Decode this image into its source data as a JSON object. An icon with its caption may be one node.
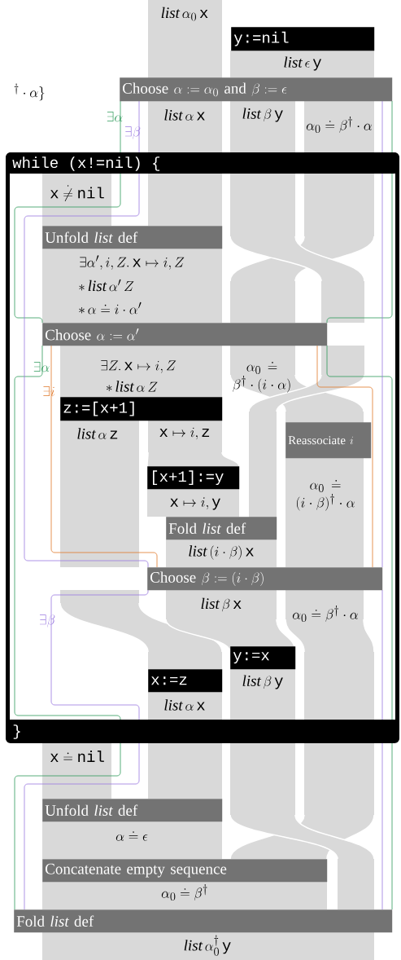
{
  "diagram": {
    "nodes": [
      {
        "text": [
          "y:=nil"
        ]
      },
      {
        "text": [
          "\\text{Choose }\\alpha := \\alpha_0\\text{ and }\\beta := \\epsilon"
        ]
      },
      {
        "text": [
          "while (x!=nil) {",
          "}"
        ]
      },
      {
        "text": [
          "\\text{Unfold }\\mathit{list}\\text{ def}"
        ],
        "in": 2
      },
      {
        "text": [
          "\\text{Choose }\\alpha := \\alpha'"
        ],
        "in": 2
      },
      {
        "text": [
          "z:=[x+1]"
        ],
        "in": 2
      },
      {
        "text": [
          "\\text{Reassociate }i"
        ],
        "in": 2
      },
      {
        "text": [
          "[x+1]:=y"
        ],
        "in": 2
      },
      {
        "text": [
          "\\text{Fold }\\mathit{list}\\text{ def}"
        ],
        "in": 2
      },
      {
        "text": [
          "\\text{Choose }\\beta := (i\\cdot\\beta)"
        ],
        "in": 2
      },
      {
        "text": [
          "y:=x"
        ],
        "in": 2
      },
      {
        "text": [
          "x:=z"
        ],
        "in": 2
      },
      {
        "text": [
          "\\text{Unfold }\\mathit{list}\\text{ def}"
        ]
      },
      {
        "text": [
          "\\text{Concatenate empty sequence}"
        ]
      },
      {
        "text": [
          "\\text{Fold }\\mathit{list}\\text{ def}"
        ]
      }
    ],
    "labels": [
      "\\mathit{list}\\,\\alpha_0\\,\\mathtt{x}",
      "{}^{\\dagger}\\cdot\\alpha\\}",
      "\\mathit{list}\\,\\epsilon\\,\\mathtt{y}",
      "\\exists\\alpha",
      "\\mathit{list}\\,\\alpha\\,\\mathtt{x}",
      "\\mathit{list}\\,\\beta\\,\\mathtt{y}",
      "\\alpha_0\\doteq\\beta^{\\dagger}\\cdot\\alpha",
      "\\exists\\beta",
      "\\mathtt{x}\\mathrel{\\dot{\\neq}}\\mathtt{nil}",
      "\\exists\\alpha',i,Z.\\,\\mathtt{x}\\mapsto i,Z",
      "\\ast\\,\\mathit{list}\\,\\alpha'\\,Z",
      "\\ast\\,\\alpha\\doteq i\\cdot\\alpha'",
      "\\exists\\alpha",
      "\\exists Z.\\,\\mathtt{x}\\mapsto i,Z",
      "\\ast\\,\\mathit{list}\\,\\alpha\\,Z",
      "\\alpha_0\\doteq\\beta^{\\dagger}\\cdot(i\\cdot\\alpha)",
      "\\exists i",
      "\\mathit{list}\\,\\alpha\\,\\mathtt{z}",
      "\\mathtt{x}\\mapsto i,\\mathtt{z}",
      "\\alpha_0\\doteq(i\\cdot\\beta)^{\\dagger}\\cdot\\alpha",
      "\\mathtt{x}\\mapsto i,\\mathtt{y}",
      "\\mathit{list}\\,(i\\cdot\\beta)\\,\\mathtt{x}",
      "\\mathit{list}\\,\\beta\\,\\mathtt{x}",
      "\\alpha_0\\doteq\\beta^{\\dagger}\\cdot\\alpha",
      "\\exists\\beta",
      "\\mathit{list}\\,\\beta\\,\\mathtt{y}",
      "\\mathit{list}\\,\\alpha\\,\\mathtt{x}",
      "\\mathtt{x}\\doteq\\mathtt{nil}",
      "\\alpha\\doteq\\epsilon",
      "\\alpha_0\\doteq\\beta^{\\dagger}",
      "\\mathit{list}\\,\\alpha_0^{\\dagger}\\,\\mathtt{y}"
    ]
  }
}
